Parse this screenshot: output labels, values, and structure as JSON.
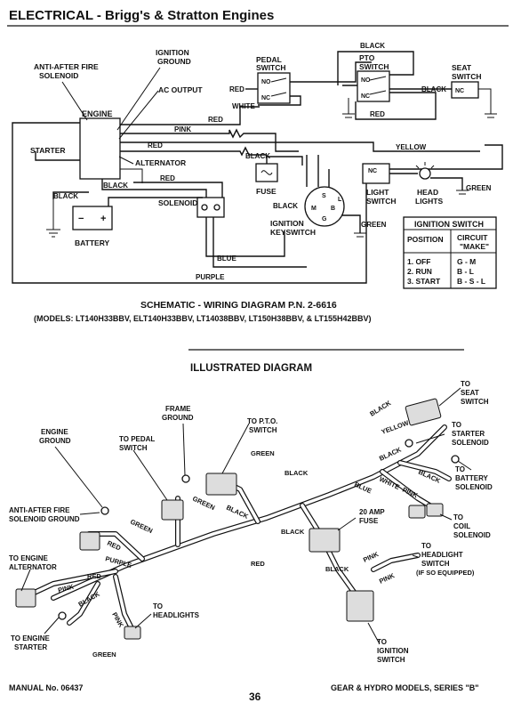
{
  "header": {
    "title": "ELECTRICAL - Brigg's & Stratton Engines"
  },
  "schematic": {
    "anti_after_fire": [
      "ANTI-AFTER FIRE",
      "SOLENOID"
    ],
    "ignition_ground": [
      "IGNITION",
      "GROUND"
    ],
    "ac_output": "AC OUTPUT",
    "engine": "ENGINE",
    "starter": "STARTER",
    "alternator": "ALTERNATOR",
    "pedal_switch": [
      "PEDAL",
      "SWITCH"
    ],
    "pto_switch": [
      "PTO",
      "SWITCH"
    ],
    "seat_switch": [
      "SEAT",
      "SWITCH"
    ],
    "fuse": "FUSE",
    "solenoid": "SOLENOID",
    "battery": "BATTERY",
    "ignition_keyswitch": [
      "IGNITION",
      "KEYSWITCH"
    ],
    "light_switch": [
      "LIGHT",
      "SWITCH"
    ],
    "head_lights": [
      "HEAD",
      "LIGHTS"
    ],
    "no": "NO",
    "nc": "NC",
    "key_terminals": {
      "s": "S",
      "m": "M",
      "b": "B",
      "g": "G",
      "l": "L"
    },
    "wires": {
      "red": "RED",
      "white": "WHITE",
      "black": "BLACK",
      "pink": "PINK",
      "yellow": "YELLOW",
      "green": "GREEN",
      "blue": "BLUE",
      "purple": "PURPLE"
    },
    "ignition_table": {
      "title": "IGNITION SWITCH",
      "col1": "POSITION",
      "col2": [
        "CIRCUIT",
        "\"MAKE\""
      ],
      "rows": [
        {
          "position": "1. OFF",
          "circuit": "G - M"
        },
        {
          "position": "2. RUN",
          "circuit": "B - L"
        },
        {
          "position": "3. START",
          "circuit": "B - S - L"
        }
      ]
    },
    "caption": "SCHEMATIC - WIRING DIAGRAM P.N. 2-6616",
    "models": "(MODELS:  LT140H33BBV, ELT140H33BBV, LT14038BBV, LT150H38BBV, & LT155H42BBV)"
  },
  "illustrated": {
    "title": "ILLUSTRATED DIAGRAM",
    "labels": {
      "to_seat_switch": [
        "TO",
        "SEAT",
        "SWITCH"
      ],
      "frame_ground": [
        "FRAME",
        "GROUND"
      ],
      "to_pto_switch": [
        "TO P.T.O.",
        "SWITCH"
      ],
      "engine_ground": [
        "ENGINE",
        "GROUND"
      ],
      "to_pedal_switch": [
        "TO PEDAL",
        "SWITCH"
      ],
      "to_starter_solenoid": [
        "TO",
        "STARTER",
        "SOLENOID"
      ],
      "to_battery_solenoid": [
        "TO",
        "BATTERY",
        "SOLENOID"
      ],
      "to_coil_solenoid": [
        "TO",
        "COIL",
        "SOLENOID"
      ],
      "anti_after_fire_ground": [
        "ANTI-AFTER FIRE",
        "SOLENOID GROUND"
      ],
      "to_engine_alternator": [
        "TO ENGINE",
        "ALTERNATOR"
      ],
      "fuse_20": [
        "20 AMP",
        "FUSE"
      ],
      "to_headlight_switch": [
        "TO",
        "HEADLIGHT",
        "SWITCH"
      ],
      "if_so_equipped": "(IF SO EQUIPPED)",
      "to_headlights": [
        "TO",
        "HEADLIGHTS"
      ],
      "to_engine_starter": [
        "TO ENGINE",
        "STARTER"
      ],
      "to_ignition_switch": [
        "TO",
        "IGNITION",
        "SWITCH"
      ]
    }
  },
  "footer": {
    "manual": "MANUAL No. 06437",
    "page": "36",
    "series": "GEAR & HYDRO MODELS, SERIES \"B\""
  }
}
